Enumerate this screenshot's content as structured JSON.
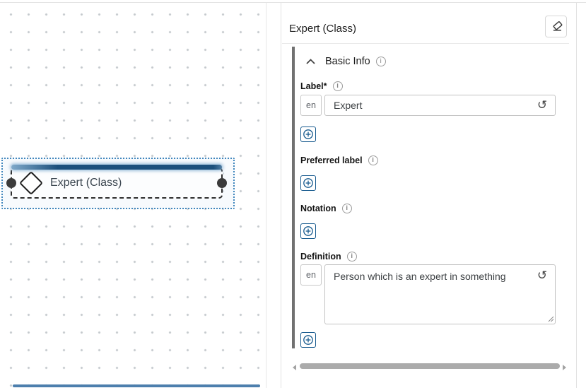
{
  "canvas": {
    "node": {
      "label": "Expert (Class)",
      "shape": "class-diamond"
    }
  },
  "panel": {
    "title": "Expert (Class)",
    "toolbar": {
      "eraser_icon": "eraser-icon"
    },
    "section": {
      "title": "Basic Info",
      "collapse_icon": "chevron-up",
      "info_icon": "i",
      "fields": [
        {
          "label": "Label*",
          "lang": "en",
          "value": "Expert",
          "type": "input"
        },
        {
          "label": "Preferred label",
          "type": "empty"
        },
        {
          "label": "Notation",
          "type": "empty"
        },
        {
          "label": "Definition",
          "lang": "en",
          "value": "Person which is an expert in something",
          "type": "textarea"
        }
      ],
      "add_icon": "plus-circle",
      "reset_icon": "↺"
    }
  },
  "colors": {
    "accent_blue": "#1c507c",
    "selection_blue": "#4187bd",
    "add_button_blue": "#175a8e",
    "canvas_scrollbar_blue": "#4d7fad",
    "accent_bar_gray": "#717171"
  }
}
